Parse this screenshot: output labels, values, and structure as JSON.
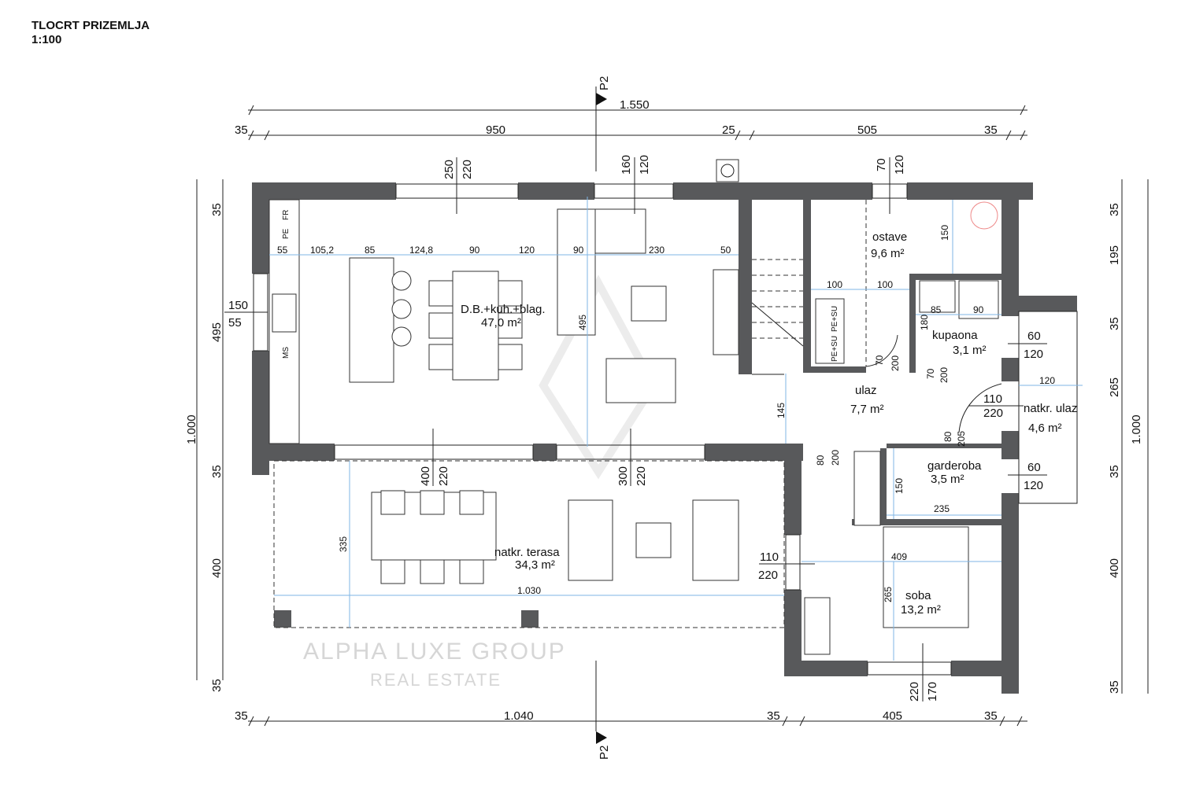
{
  "header": {
    "title": "TLOCRT PRIZEMLJA",
    "scale": "1:100"
  },
  "section": {
    "top": "P2",
    "bottom": "P2"
  },
  "dims_top": {
    "total": "1.550",
    "segments": [
      "35",
      "950",
      "25",
      "505",
      "35"
    ]
  },
  "dims_bottom": {
    "segments": [
      "35",
      "1.040",
      "35",
      "405",
      "35"
    ]
  },
  "dims_left": {
    "total": "1.000",
    "segments": [
      "35",
      "495",
      "35",
      "400",
      "35"
    ]
  },
  "dims_right": {
    "total": "1.000",
    "segments": [
      "35",
      "195",
      "35",
      "265",
      "35",
      "400",
      "35"
    ]
  },
  "rooms": [
    {
      "name": "D.B.+kuh.+blag.",
      "area": "47,0 m²"
    },
    {
      "name": "ostave",
      "area": "9,6 m²"
    },
    {
      "name": "kupaona",
      "area": "3,1 m²"
    },
    {
      "name": "ulaz",
      "area": "7,7 m²"
    },
    {
      "name": "natkr. ulaz",
      "area": "4,6 m²"
    },
    {
      "name": "garderoba",
      "area": "3,5 m²"
    },
    {
      "name": "soba",
      "area": "13,2 m²"
    },
    {
      "name": "natkr. terasa",
      "area": "34,3 m²"
    }
  ],
  "openings": [
    [
      "250",
      "220"
    ],
    [
      "160",
      "120"
    ],
    [
      "70",
      "120"
    ],
    [
      "150",
      "55"
    ],
    [
      "400",
      "220"
    ],
    [
      "300",
      "220"
    ],
    [
      "110",
      "220"
    ],
    [
      "60",
      "120"
    ],
    [
      "60",
      "120"
    ],
    [
      "110",
      "220"
    ],
    [
      "220",
      "170"
    ],
    [
      "70",
      "200"
    ],
    [
      "70",
      "200"
    ],
    [
      "80",
      "205"
    ],
    [
      "80",
      "200"
    ]
  ],
  "inner_dims": {
    "living_row": [
      "55",
      "105,2",
      "85",
      "124,8",
      "90",
      "120",
      "90",
      "230",
      "50"
    ],
    "living_depth": "495",
    "ostave": [
      "100",
      "100",
      "150"
    ],
    "kupaona": [
      "85",
      "90",
      "180"
    ],
    "ulaz": "145",
    "natkr_ulaz": "120",
    "garderoba": [
      "150",
      "235"
    ],
    "soba": [
      "409",
      "265"
    ],
    "terasa": [
      "335",
      "1.030"
    ]
  },
  "fixtures": {
    "fridge": "FR",
    "oven": "PE",
    "dishwasher": "MS",
    "appliance": "PE+SU"
  },
  "watermark": {
    "brand": "ALPHA LUXE GROUP",
    "sub": "REAL ESTATE"
  }
}
